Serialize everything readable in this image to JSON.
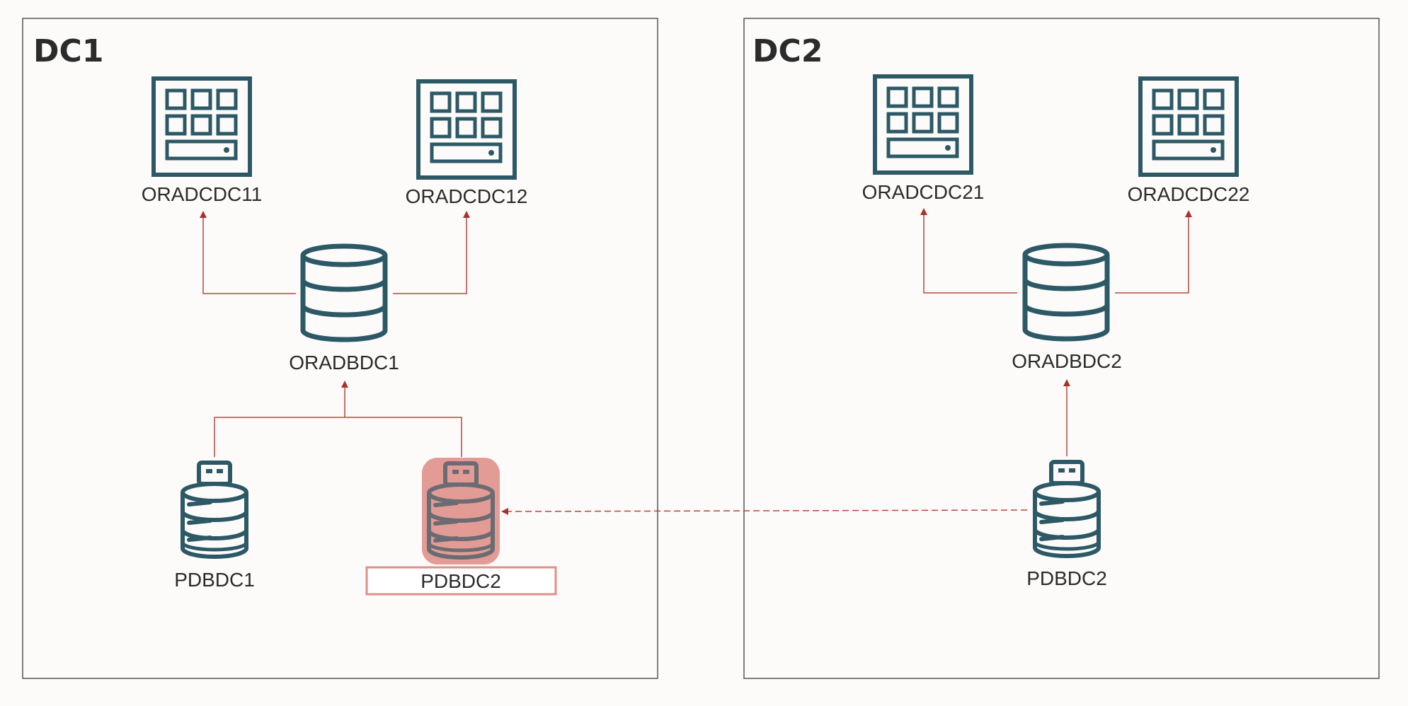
{
  "datacenters": [
    {
      "title": "DC1",
      "cdbs": [
        {
          "label": "ORADCDC11",
          "icon": "server-rack-icon"
        },
        {
          "label": "ORADCDC12",
          "icon": "server-rack-icon"
        }
      ],
      "database": {
        "label": "ORADBDC1",
        "icon": "database-icon"
      },
      "pdbs": [
        {
          "label": "PDBDC1",
          "icon": "pluggable-database-icon"
        },
        {
          "label": "PDBDC2",
          "icon": "pluggable-database-icon",
          "highlighted": true
        }
      ]
    },
    {
      "title": "DC2",
      "cdbs": [
        {
          "label": "ORADCDC21",
          "icon": "server-rack-icon"
        },
        {
          "label": "ORADCDC22",
          "icon": "server-rack-icon"
        }
      ],
      "database": {
        "label": "ORADBDC2",
        "icon": "database-icon"
      },
      "pdbs": [
        {
          "label": "PDBDC2",
          "icon": "pluggable-database-icon"
        }
      ]
    }
  ],
  "colors": {
    "icon": "#2d5967",
    "connector": "#b5473f",
    "arrowhead": "#a8322b",
    "highlight": "#e0908a",
    "border": "#555555",
    "background": "#fcfbfa"
  }
}
